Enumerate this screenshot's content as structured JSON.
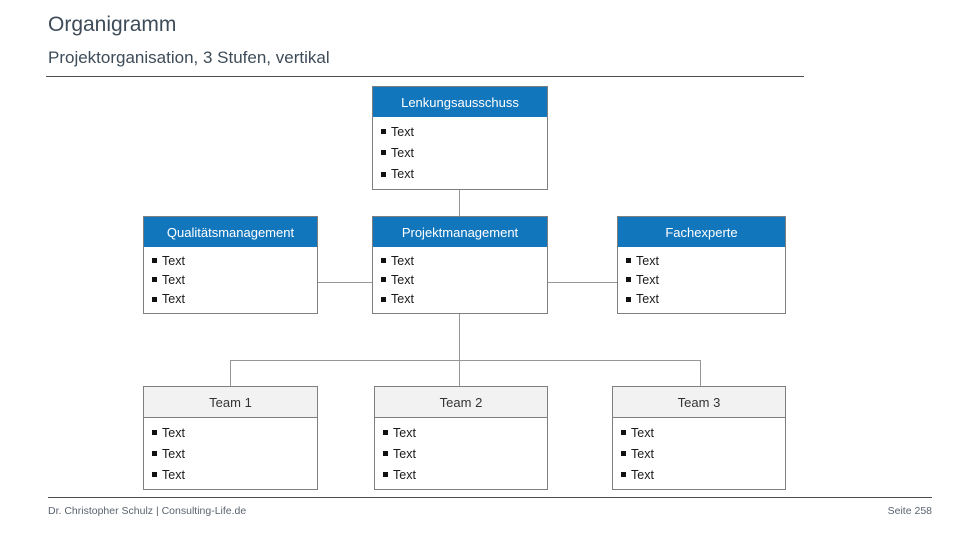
{
  "page": {
    "title": "Organigramm",
    "subtitle": "Projektorganisation, 3 Stufen, vertikal",
    "footer": {
      "author": "Dr. Christopher Schulz | Consulting-Life.de",
      "page_label": "Seite 258"
    }
  },
  "colors": {
    "accent_blue": "#1276BD",
    "team_header_gray": "#F2F2F2",
    "heading_text": "#3E4C59",
    "connector_gray": "#969696",
    "box_border_gray": "#7F7F7F"
  },
  "org_chart": {
    "levels": 3,
    "nodes": [
      {
        "label": "Lenkungsausschuss",
        "level": 1,
        "variant": "blue",
        "items": [
          "Text",
          "Text",
          "Text"
        ]
      },
      {
        "label": "Qualitätsmanagement",
        "level": 2,
        "variant": "blue",
        "items": [
          "Text",
          "Text",
          "Text"
        ]
      },
      {
        "label": "Projektmanagement",
        "level": 2,
        "variant": "blue",
        "items": [
          "Text",
          "Text",
          "Text"
        ]
      },
      {
        "label": "Fachexperte",
        "level": 2,
        "variant": "blue",
        "items": [
          "Text",
          "Text",
          "Text"
        ]
      },
      {
        "label": "Team 1",
        "level": 3,
        "variant": "gray",
        "items": [
          "Text",
          "Text",
          "Text"
        ]
      },
      {
        "label": "Team 2",
        "level": 3,
        "variant": "gray",
        "items": [
          "Text",
          "Text",
          "Text"
        ]
      },
      {
        "label": "Team 3",
        "level": 3,
        "variant": "gray",
        "items": [
          "Text",
          "Text",
          "Text"
        ]
      }
    ]
  }
}
